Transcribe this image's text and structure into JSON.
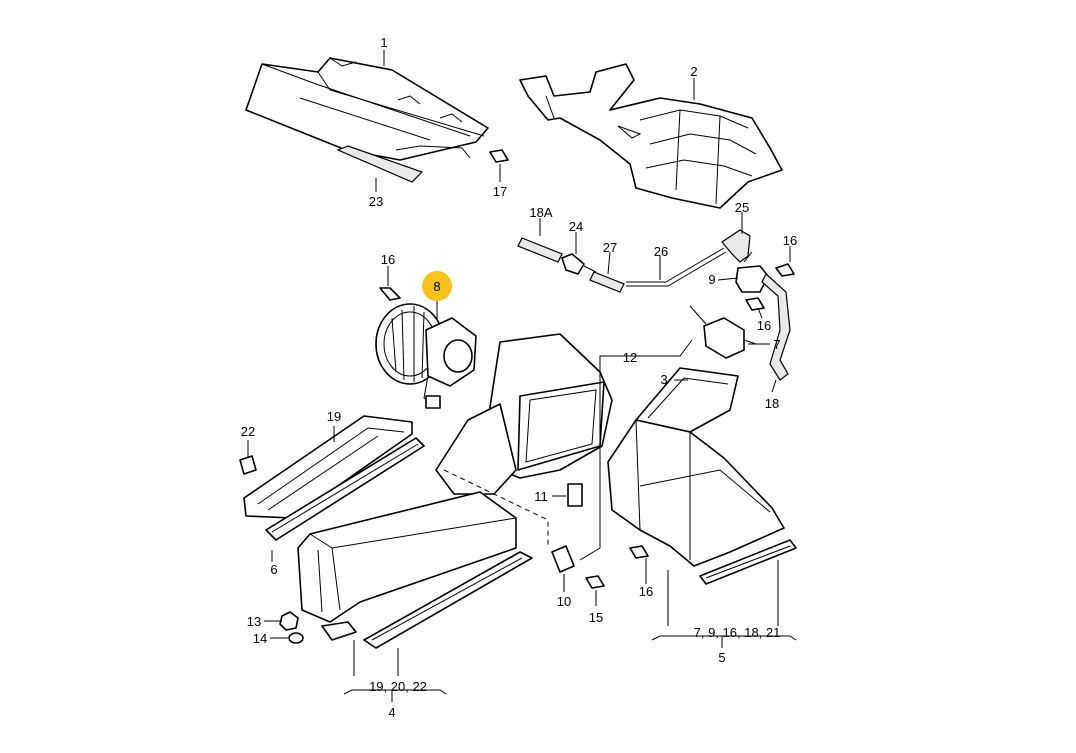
{
  "callouts": {
    "c1": "1",
    "c2": "2",
    "c3": "3",
    "c4": "4",
    "c5": "5",
    "c6": "6",
    "c7": "7",
    "c8": "8",
    "c9": "9",
    "c10": "10",
    "c11": "11",
    "c12": "12",
    "c13": "13",
    "c14": "14",
    "c15": "15",
    "c16a": "16",
    "c16b": "16",
    "c16c": "16",
    "c16d": "16",
    "c17": "17",
    "c18": "18",
    "c18a": "18A",
    "c19": "19",
    "c22": "22",
    "c23": "23",
    "c24": "24",
    "c25": "25",
    "c26": "26",
    "c27": "27"
  },
  "group_labels": {
    "g4_items": "19, 20,  22",
    "g5_items": "7, 9, 16, 18, 21"
  },
  "highlight": {
    "color": "#f6c21c",
    "part": "8"
  }
}
